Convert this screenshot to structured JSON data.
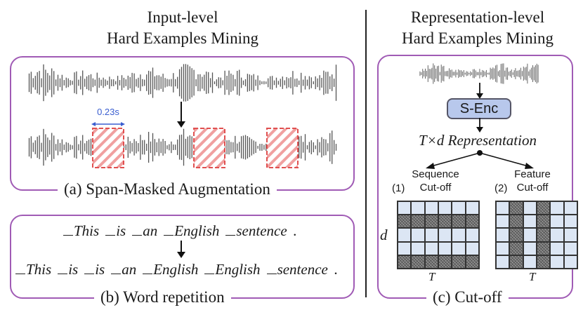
{
  "left": {
    "heading_line1": "Input-level",
    "heading_line2": "Hard Examples Mining",
    "span_masked": {
      "duration_label": "0.23s",
      "caption": "(a) Span-Masked Augmentation"
    },
    "word_repetition": {
      "sentence_original": [
        {
          "text": "This",
          "underscore": true
        },
        {
          "text": "is",
          "underscore": true
        },
        {
          "text": "an",
          "underscore": true
        },
        {
          "text": "English",
          "underscore": true
        },
        {
          "text": "sentence",
          "underscore": true
        },
        {
          "text": ".",
          "underscore": false
        }
      ],
      "sentence_repeated": [
        {
          "text": "This",
          "underscore": true
        },
        {
          "text": "is",
          "underscore": true
        },
        {
          "text": "is",
          "underscore": true
        },
        {
          "text": "an",
          "underscore": true
        },
        {
          "text": "English",
          "underscore": true
        },
        {
          "text": "English",
          "underscore": true
        },
        {
          "text": "sentence",
          "underscore": true
        },
        {
          "text": ".",
          "underscore": false
        }
      ],
      "caption": "(b) Word repetition"
    }
  },
  "right": {
    "heading_line1": "Representation-level",
    "heading_line2": "Hard Examples Mining",
    "encoder_label": "S-Enc",
    "representation_label": "T×d Representation",
    "sequence_cutoff": {
      "number": "(1)",
      "label_line1": "Sequence",
      "label_line2": "Cut-off",
      "dark_rows": [
        1,
        4
      ]
    },
    "feature_cutoff": {
      "number": "(2)",
      "label_line1": "Feature",
      "label_line2": "Cut-off",
      "dark_cols": [
        1,
        3
      ]
    },
    "axis_d": "d",
    "axis_t": "T",
    "caption": "(c) Cut-off"
  },
  "colors": {
    "panel_border": "#a05bb5",
    "mask_red": "#e05050",
    "duration_blue": "#3a5ed0",
    "encoder_fill": "#b8c8ec",
    "grid_light": "#dce6f4"
  }
}
